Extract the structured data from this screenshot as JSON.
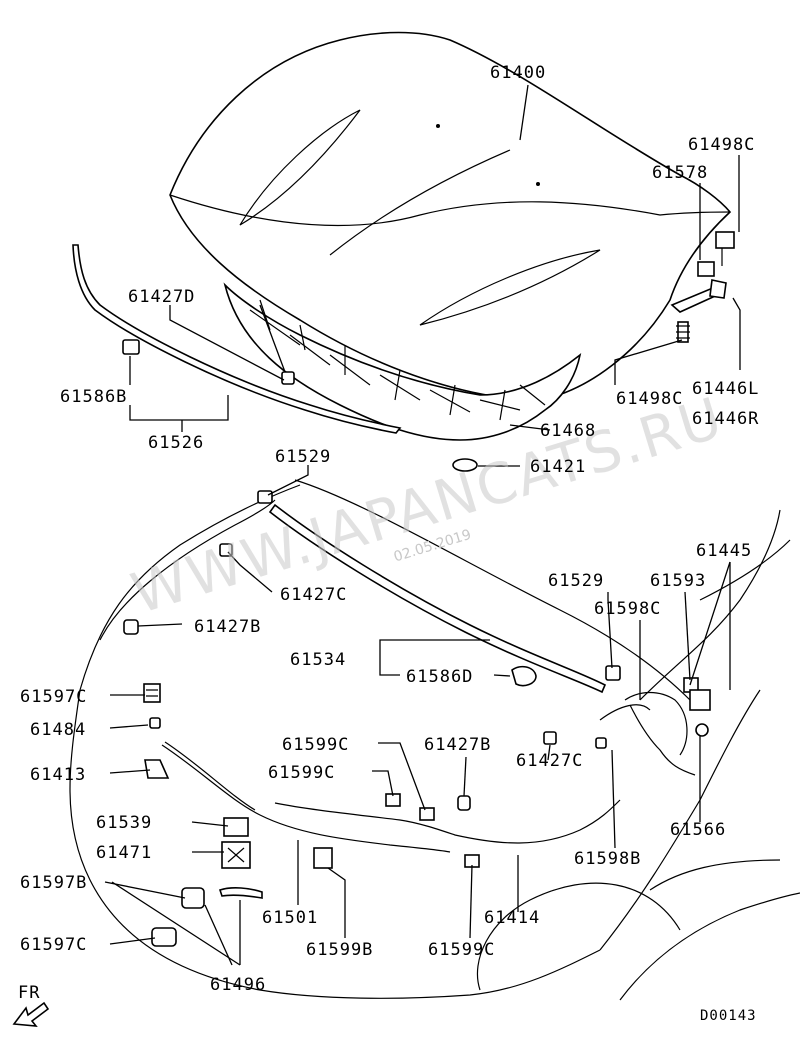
{
  "diagram": {
    "labels": [
      {
        "id": "l61400",
        "text": "61400"
      },
      {
        "id": "l61498c_top",
        "text": "61498C"
      },
      {
        "id": "l61578",
        "text": "61578"
      },
      {
        "id": "l61427d",
        "text": "61427D"
      },
      {
        "id": "l61586b",
        "text": "61586B"
      },
      {
        "id": "l61526",
        "text": "61526"
      },
      {
        "id": "l61498c_mid",
        "text": "61498C"
      },
      {
        "id": "l61446l",
        "text": "61446L"
      },
      {
        "id": "l61446r",
        "text": "61446R"
      },
      {
        "id": "l61468",
        "text": "61468"
      },
      {
        "id": "l61529_top",
        "text": "61529"
      },
      {
        "id": "l61421",
        "text": "61421"
      },
      {
        "id": "l61427c_top",
        "text": "61427C"
      },
      {
        "id": "l61427b_left",
        "text": "61427B"
      },
      {
        "id": "l61445",
        "text": "61445"
      },
      {
        "id": "l61529_mid",
        "text": "61529"
      },
      {
        "id": "l61593",
        "text": "61593"
      },
      {
        "id": "l61598c",
        "text": "61598C"
      },
      {
        "id": "l61534",
        "text": "61534"
      },
      {
        "id": "l61586d",
        "text": "61586D"
      },
      {
        "id": "l61597c_top",
        "text": "61597C"
      },
      {
        "id": "l61484",
        "text": "61484"
      },
      {
        "id": "l61413",
        "text": "61413"
      },
      {
        "id": "l61599c_a",
        "text": "61599C"
      },
      {
        "id": "l61599c_b",
        "text": "61599C"
      },
      {
        "id": "l61427b_mid",
        "text": "61427B"
      },
      {
        "id": "l61427c_mid",
        "text": "61427C"
      },
      {
        "id": "l61566",
        "text": "61566"
      },
      {
        "id": "l61539",
        "text": "61539"
      },
      {
        "id": "l61471",
        "text": "61471"
      },
      {
        "id": "l61598b",
        "text": "61598B"
      },
      {
        "id": "l61597b",
        "text": "61597B"
      },
      {
        "id": "l61501",
        "text": "61501"
      },
      {
        "id": "l61414",
        "text": "61414"
      },
      {
        "id": "l61597c_bot",
        "text": "61597C"
      },
      {
        "id": "l61599b",
        "text": "61599B"
      },
      {
        "id": "l61599c_c",
        "text": "61599C"
      },
      {
        "id": "l61496",
        "text": "61496"
      },
      {
        "id": "lfr",
        "text": "FR"
      },
      {
        "id": "lcode",
        "text": "D00143"
      }
    ],
    "watermark": "WWW.JAPANCATS.RU",
    "watermark_date": "02.05.2019"
  }
}
